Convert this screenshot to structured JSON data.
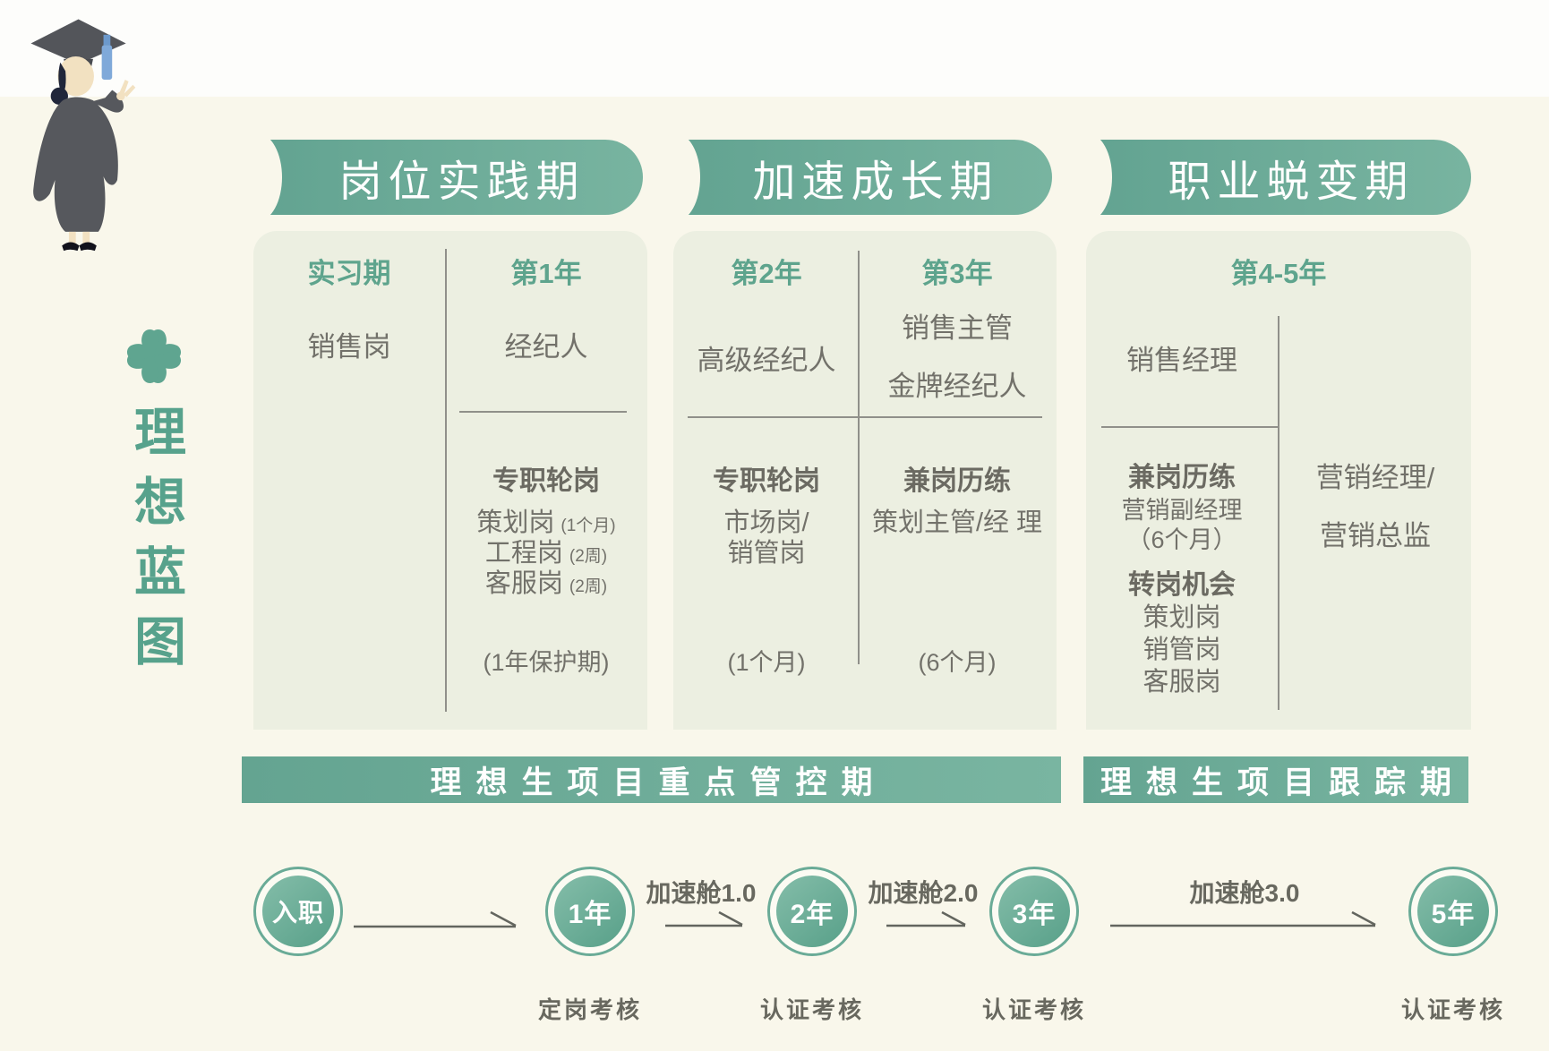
{
  "colors": {
    "background": "#f9f7eb",
    "panel": "#ecefe1",
    "accent_teal": "#68aa96",
    "teal_text": "#5ea48d",
    "gray_text": "#72716a"
  },
  "side": {
    "vertical_title": "理想蓝图"
  },
  "stages": [
    {
      "banner": "岗位实践期",
      "cols": [
        {
          "header": "实习期",
          "role": "销售岗"
        },
        {
          "header": "第1年",
          "role": "经纪人",
          "block_title": "专职轮岗",
          "items": [
            {
              "t": "策划岗",
              "s": "(1个月)"
            },
            {
              "t": "工程岗",
              "s": "(2周)"
            },
            {
              "t": "客服岗",
              "s": "(2周)"
            }
          ],
          "note": "(1年保护期)"
        }
      ]
    },
    {
      "banner": "加速成长期",
      "cols": [
        {
          "header": "第2年",
          "role": "高级经纪人",
          "block_title": "专职轮岗",
          "lines": [
            "市场岗/",
            "销管岗"
          ],
          "note": "(1个月)"
        },
        {
          "header": "第3年",
          "roles": [
            "销售主管",
            "金牌经纪人"
          ],
          "block_title": "兼岗历练",
          "lines": [
            "策划主管/经 理"
          ],
          "note": "(6个月)"
        }
      ]
    },
    {
      "banner": "职业蜕变期",
      "year_header": "第4-5年",
      "cols": [
        {
          "role": "销售经理",
          "blocks": [
            {
              "title": "兼岗历练",
              "lines": [
                "营销副经理",
                "（6个月）"
              ]
            },
            {
              "title": "转岗机会",
              "lines": [
                "策划岗",
                "销管岗",
                "客服岗"
              ]
            }
          ]
        },
        {
          "roles": [
            "营销经理/",
            "营销总监"
          ]
        }
      ]
    }
  ],
  "phase_bars": [
    {
      "label": "理想生项目重点管控期"
    },
    {
      "label": "理想生项目跟踪期"
    }
  ],
  "timeline": {
    "nodes": [
      {
        "label": "入职",
        "sub": ""
      },
      {
        "label": "1年",
        "sub": "定岗考核"
      },
      {
        "label": "2年",
        "sub": "认证考核"
      },
      {
        "label": "3年",
        "sub": "认证考核"
      },
      {
        "label": "5年",
        "sub": "认证考核"
      }
    ],
    "arrow_labels": [
      "加速舱1.0",
      "加速舱2.0",
      "加速舱3.0"
    ]
  }
}
